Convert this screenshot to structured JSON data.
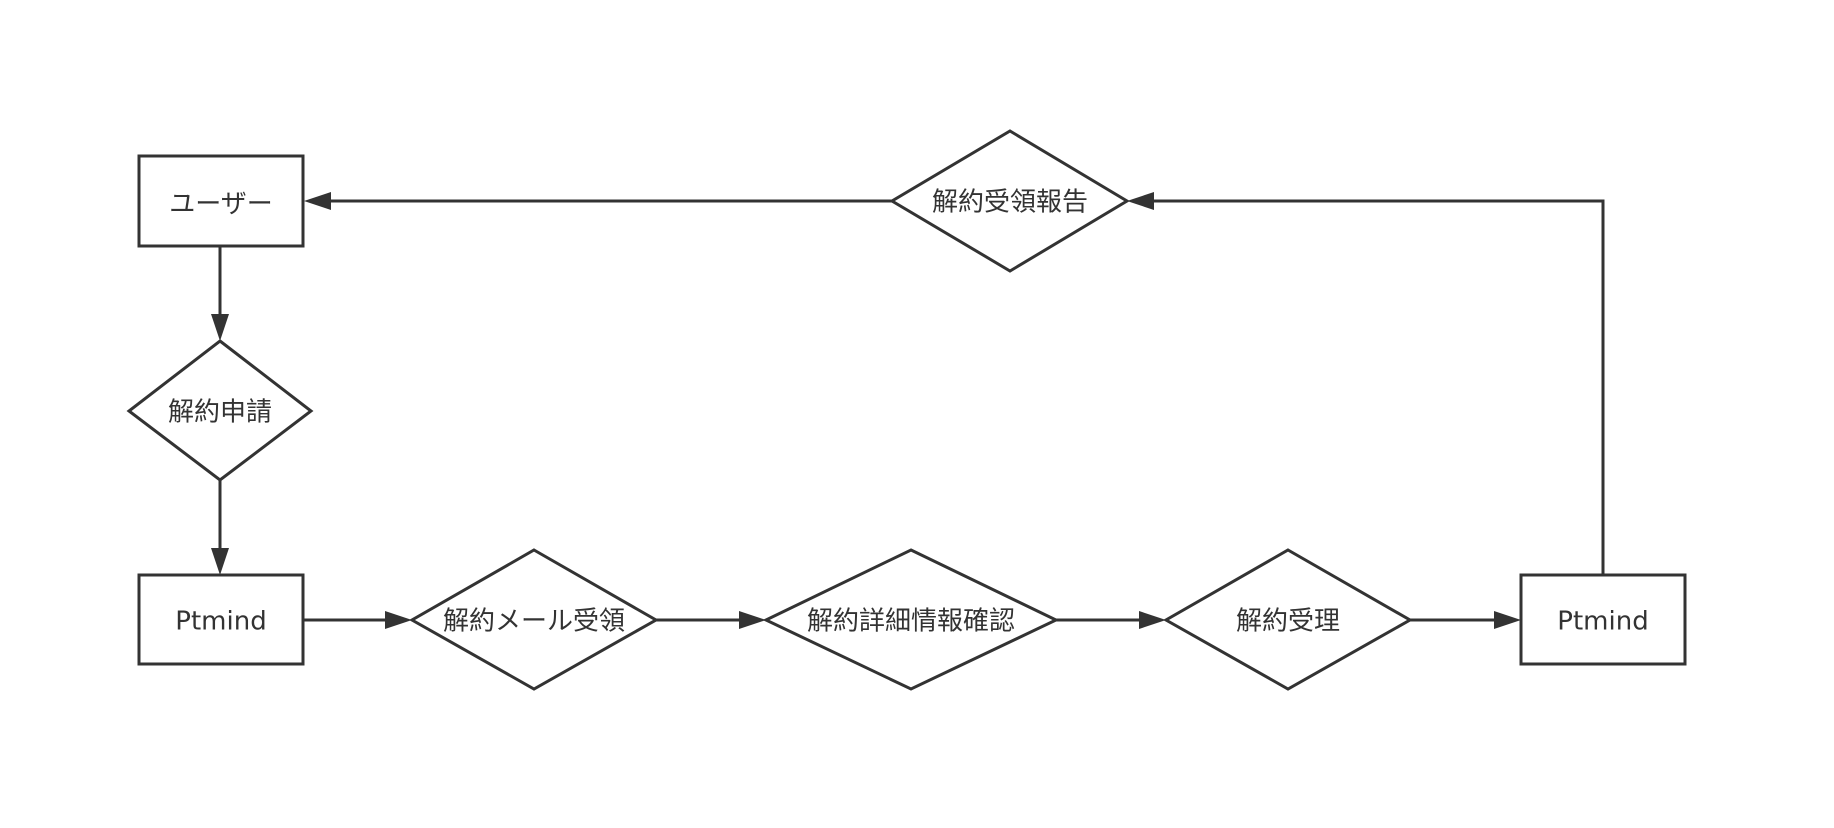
{
  "diagram": {
    "colors": {
      "stroke": "#333333",
      "fill": "#ffffff",
      "text": "#333333",
      "background": "#ffffff"
    },
    "nodes": {
      "user": {
        "shape": "rectangle",
        "label": "ユーザー"
      },
      "cancel_request": {
        "shape": "diamond",
        "label": "解約申請"
      },
      "ptmind_start": {
        "shape": "rectangle",
        "label": "Ptmind"
      },
      "cancel_mail_received": {
        "shape": "diamond",
        "label": "解約メール受領"
      },
      "cancel_detail_check": {
        "shape": "diamond",
        "label": "解約詳細情報確認"
      },
      "cancel_accept": {
        "shape": "diamond",
        "label": "解約受理"
      },
      "ptmind_end": {
        "shape": "rectangle",
        "label": "Ptmind"
      },
      "cancel_report": {
        "shape": "diamond",
        "label": "解約受領報告"
      }
    },
    "edges": [
      {
        "from": "user",
        "to": "cancel_request"
      },
      {
        "from": "cancel_request",
        "to": "ptmind_start"
      },
      {
        "from": "ptmind_start",
        "to": "cancel_mail_received"
      },
      {
        "from": "cancel_mail_received",
        "to": "cancel_detail_check"
      },
      {
        "from": "cancel_detail_check",
        "to": "cancel_accept"
      },
      {
        "from": "cancel_accept",
        "to": "ptmind_end"
      },
      {
        "from": "ptmind_end",
        "to": "cancel_report"
      },
      {
        "from": "cancel_report",
        "to": "user"
      }
    ]
  }
}
